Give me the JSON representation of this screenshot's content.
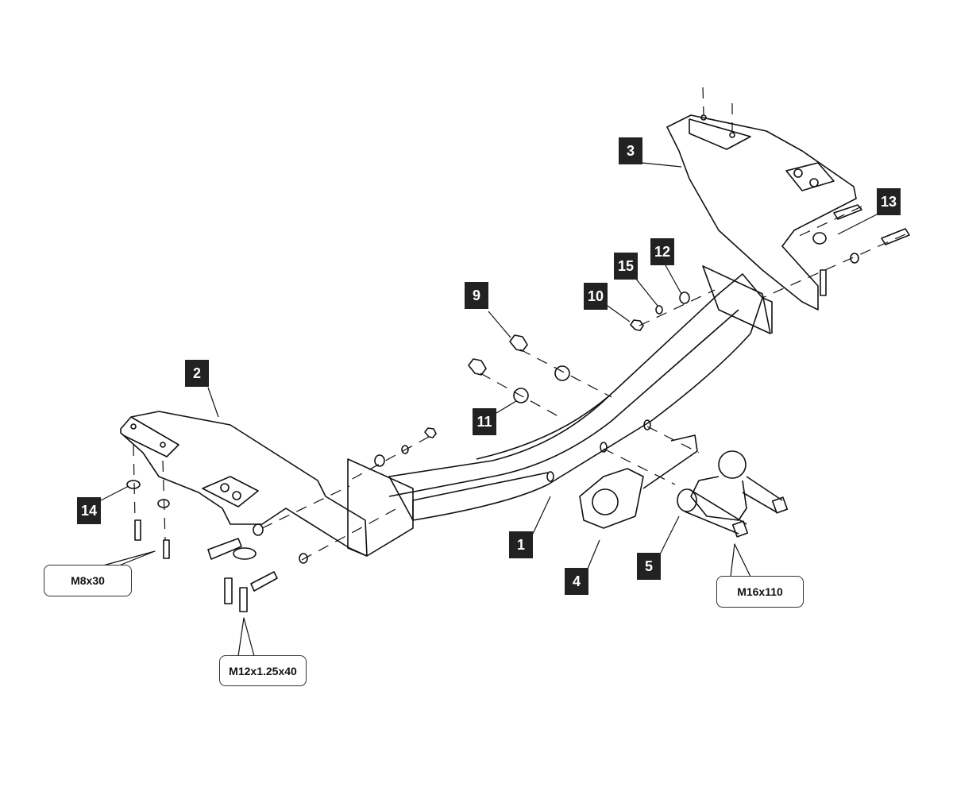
{
  "part_labels": [
    {
      "id": "1",
      "text": "1"
    },
    {
      "id": "2",
      "text": "2"
    },
    {
      "id": "3",
      "text": "3"
    },
    {
      "id": "4",
      "text": "4"
    },
    {
      "id": "5",
      "text": "5"
    },
    {
      "id": "9",
      "text": "9"
    },
    {
      "id": "10",
      "text": "10"
    },
    {
      "id": "11",
      "text": "11"
    },
    {
      "id": "12",
      "text": "12"
    },
    {
      "id": "13",
      "text": "13"
    },
    {
      "id": "14",
      "text": "14"
    },
    {
      "id": "15",
      "text": "15"
    }
  ],
  "callouts": {
    "bolt_m8": "M8x30",
    "bolt_m12": "M12x1.25x40",
    "bolt_m16": "M16x110"
  },
  "colors": {
    "label_bg": "#222222",
    "label_text": "#ffffff",
    "line": "#111111"
  }
}
